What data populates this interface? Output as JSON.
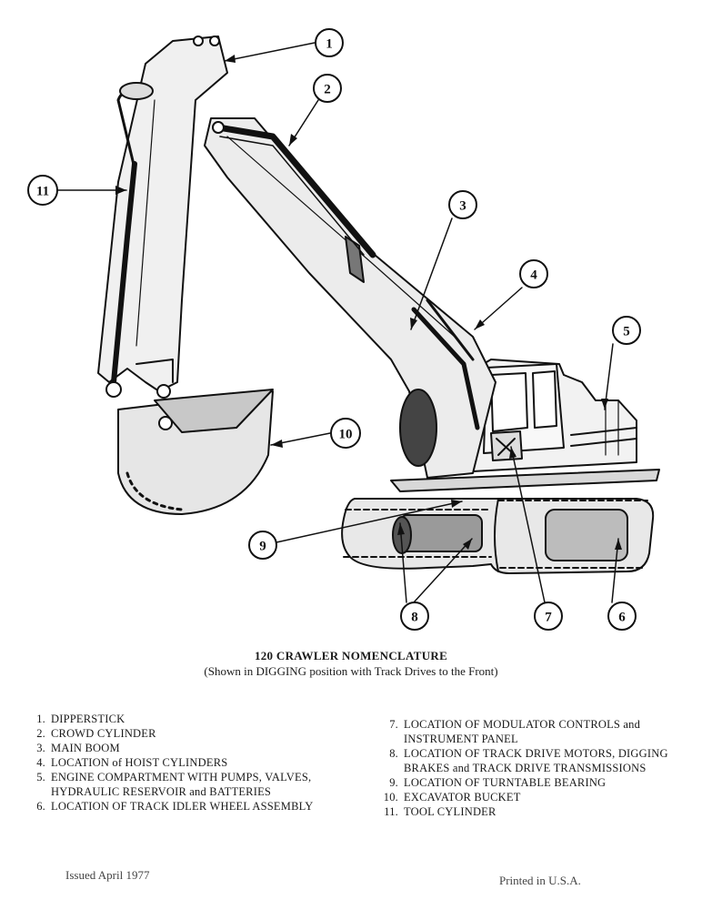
{
  "caption": {
    "title": "120 CRAWLER NOMENCLATURE",
    "subtitle": "(Shown in DIGGING position with Track Drives to the Front)"
  },
  "callouts": [
    "1",
    "2",
    "3",
    "4",
    "5",
    "6",
    "7",
    "8",
    "9",
    "10",
    "11"
  ],
  "legend": [
    {
      "num": "1.",
      "text": "DIPPERSTICK"
    },
    {
      "num": "2.",
      "text": "CROWD CYLINDER"
    },
    {
      "num": "3.",
      "text": "MAIN BOOM"
    },
    {
      "num": "4.",
      "text": "LOCATION of HOIST CYLINDERS"
    },
    {
      "num": "5.",
      "text": "ENGINE COMPARTMENT WITH PUMPS, VALVES, HYDRAULIC RESERVOIR and BATTERIES"
    },
    {
      "num": "6.",
      "text": "LOCATION OF TRACK IDLER WHEEL ASSEMBLY"
    },
    {
      "num": "7.",
      "text": "LOCATION OF MODULATOR CONTROLS and INSTRUMENT PANEL"
    },
    {
      "num": "8.",
      "text": "LOCATION OF TRACK DRIVE MOTORS, DIGGING BRAKES and TRACK DRIVE TRANSMISSIONS"
    },
    {
      "num": "9.",
      "text": "LOCATION OF TURNTABLE BEARING"
    },
    {
      "num": "10.",
      "text": "EXCAVATOR BUCKET"
    },
    {
      "num": "11.",
      "text": "TOOL CYLINDER"
    }
  ],
  "footer": {
    "issued": "Issued April 1977",
    "printed": "Printed in U.S.A."
  }
}
